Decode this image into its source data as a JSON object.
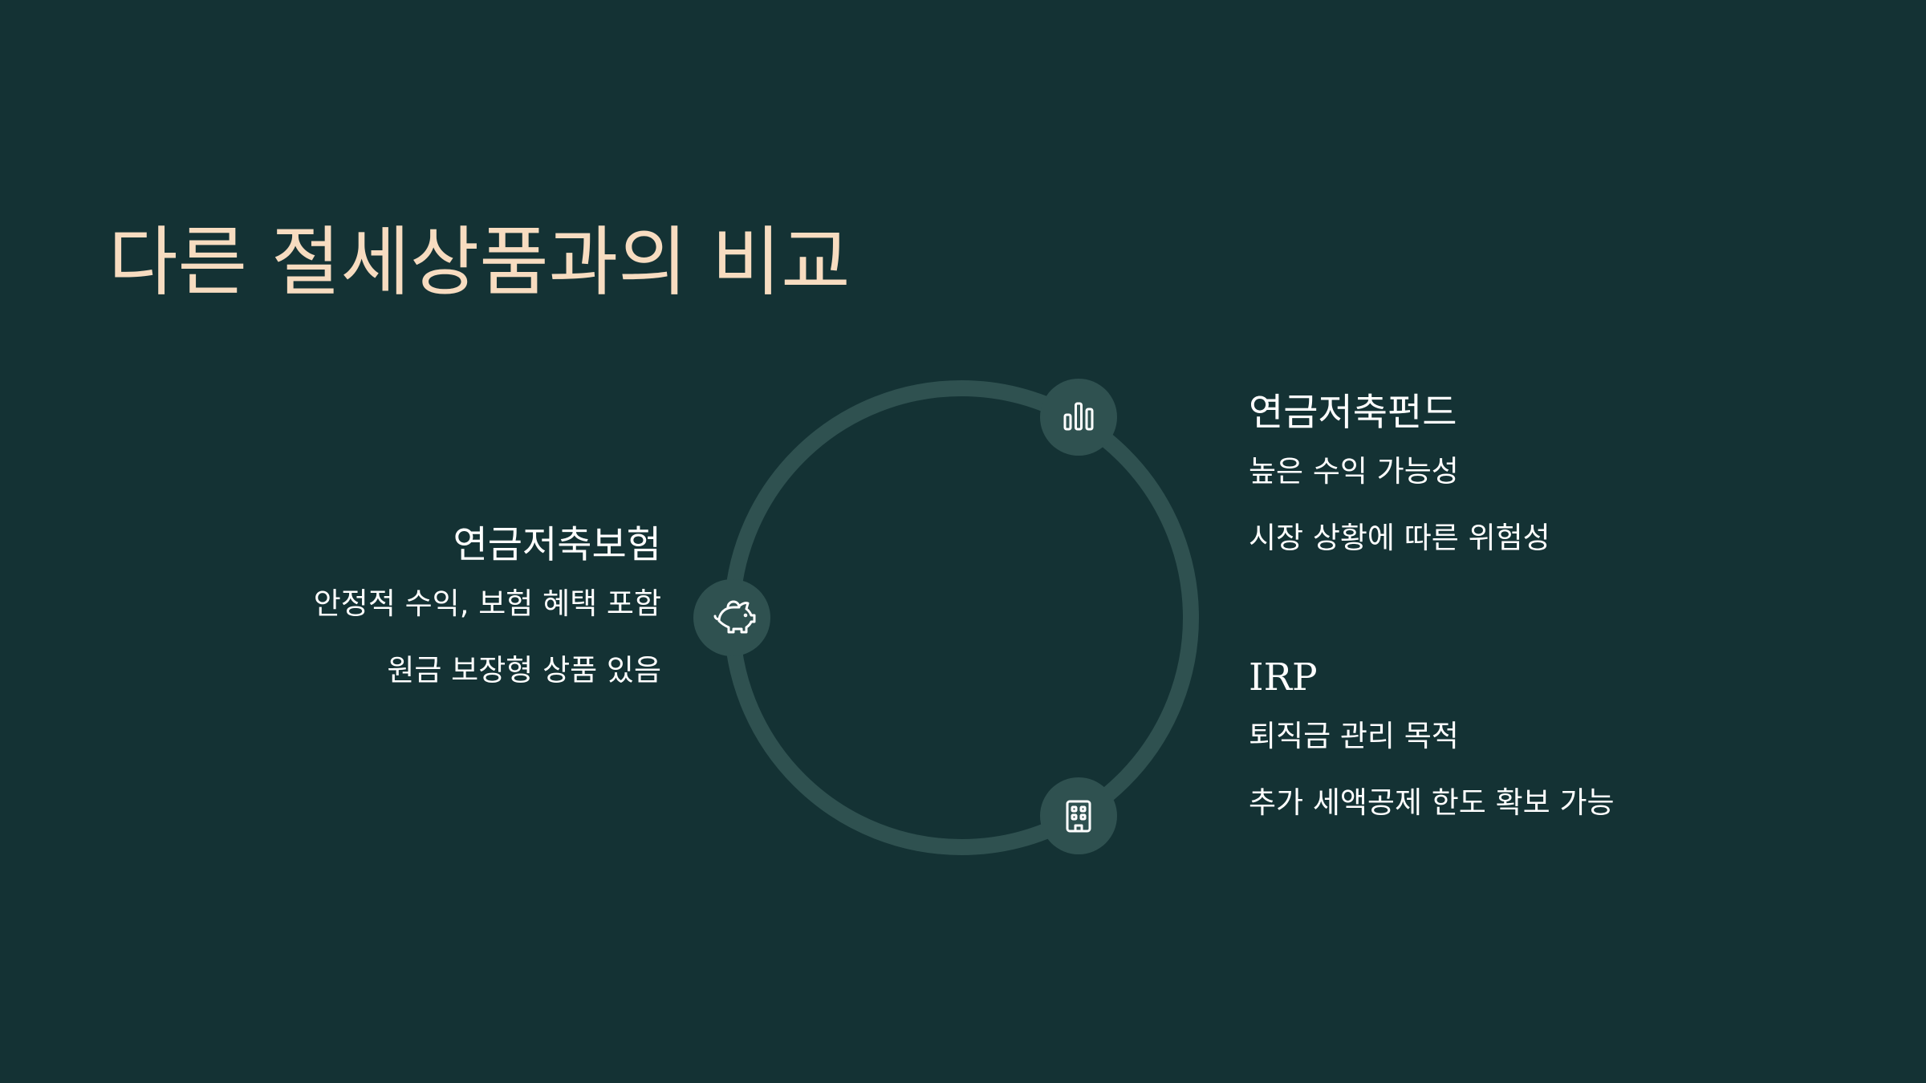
{
  "slide": {
    "title": "다른 절세상품과의 비교"
  },
  "diagram": {
    "ring_color": "#2f5150",
    "node_color": "#2f5150",
    "icon_color": "#ffffff",
    "items": [
      {
        "icon": "piggy-bank-icon",
        "heading": "연금저축보험",
        "lines": [
          "안정적 수익, 보험 혜택 포함",
          "원금 보장형 상품 있음"
        ]
      },
      {
        "icon": "bar-chart-icon",
        "heading": "연금저축펀드",
        "lines": [
          "높은 수익 가능성",
          "시장 상황에 따른 위험성"
        ]
      },
      {
        "icon": "building-icon",
        "heading": "IRP",
        "lines": [
          "퇴직금 관리 목적",
          "추가 세액공제 한도 확보 가능"
        ]
      }
    ]
  }
}
